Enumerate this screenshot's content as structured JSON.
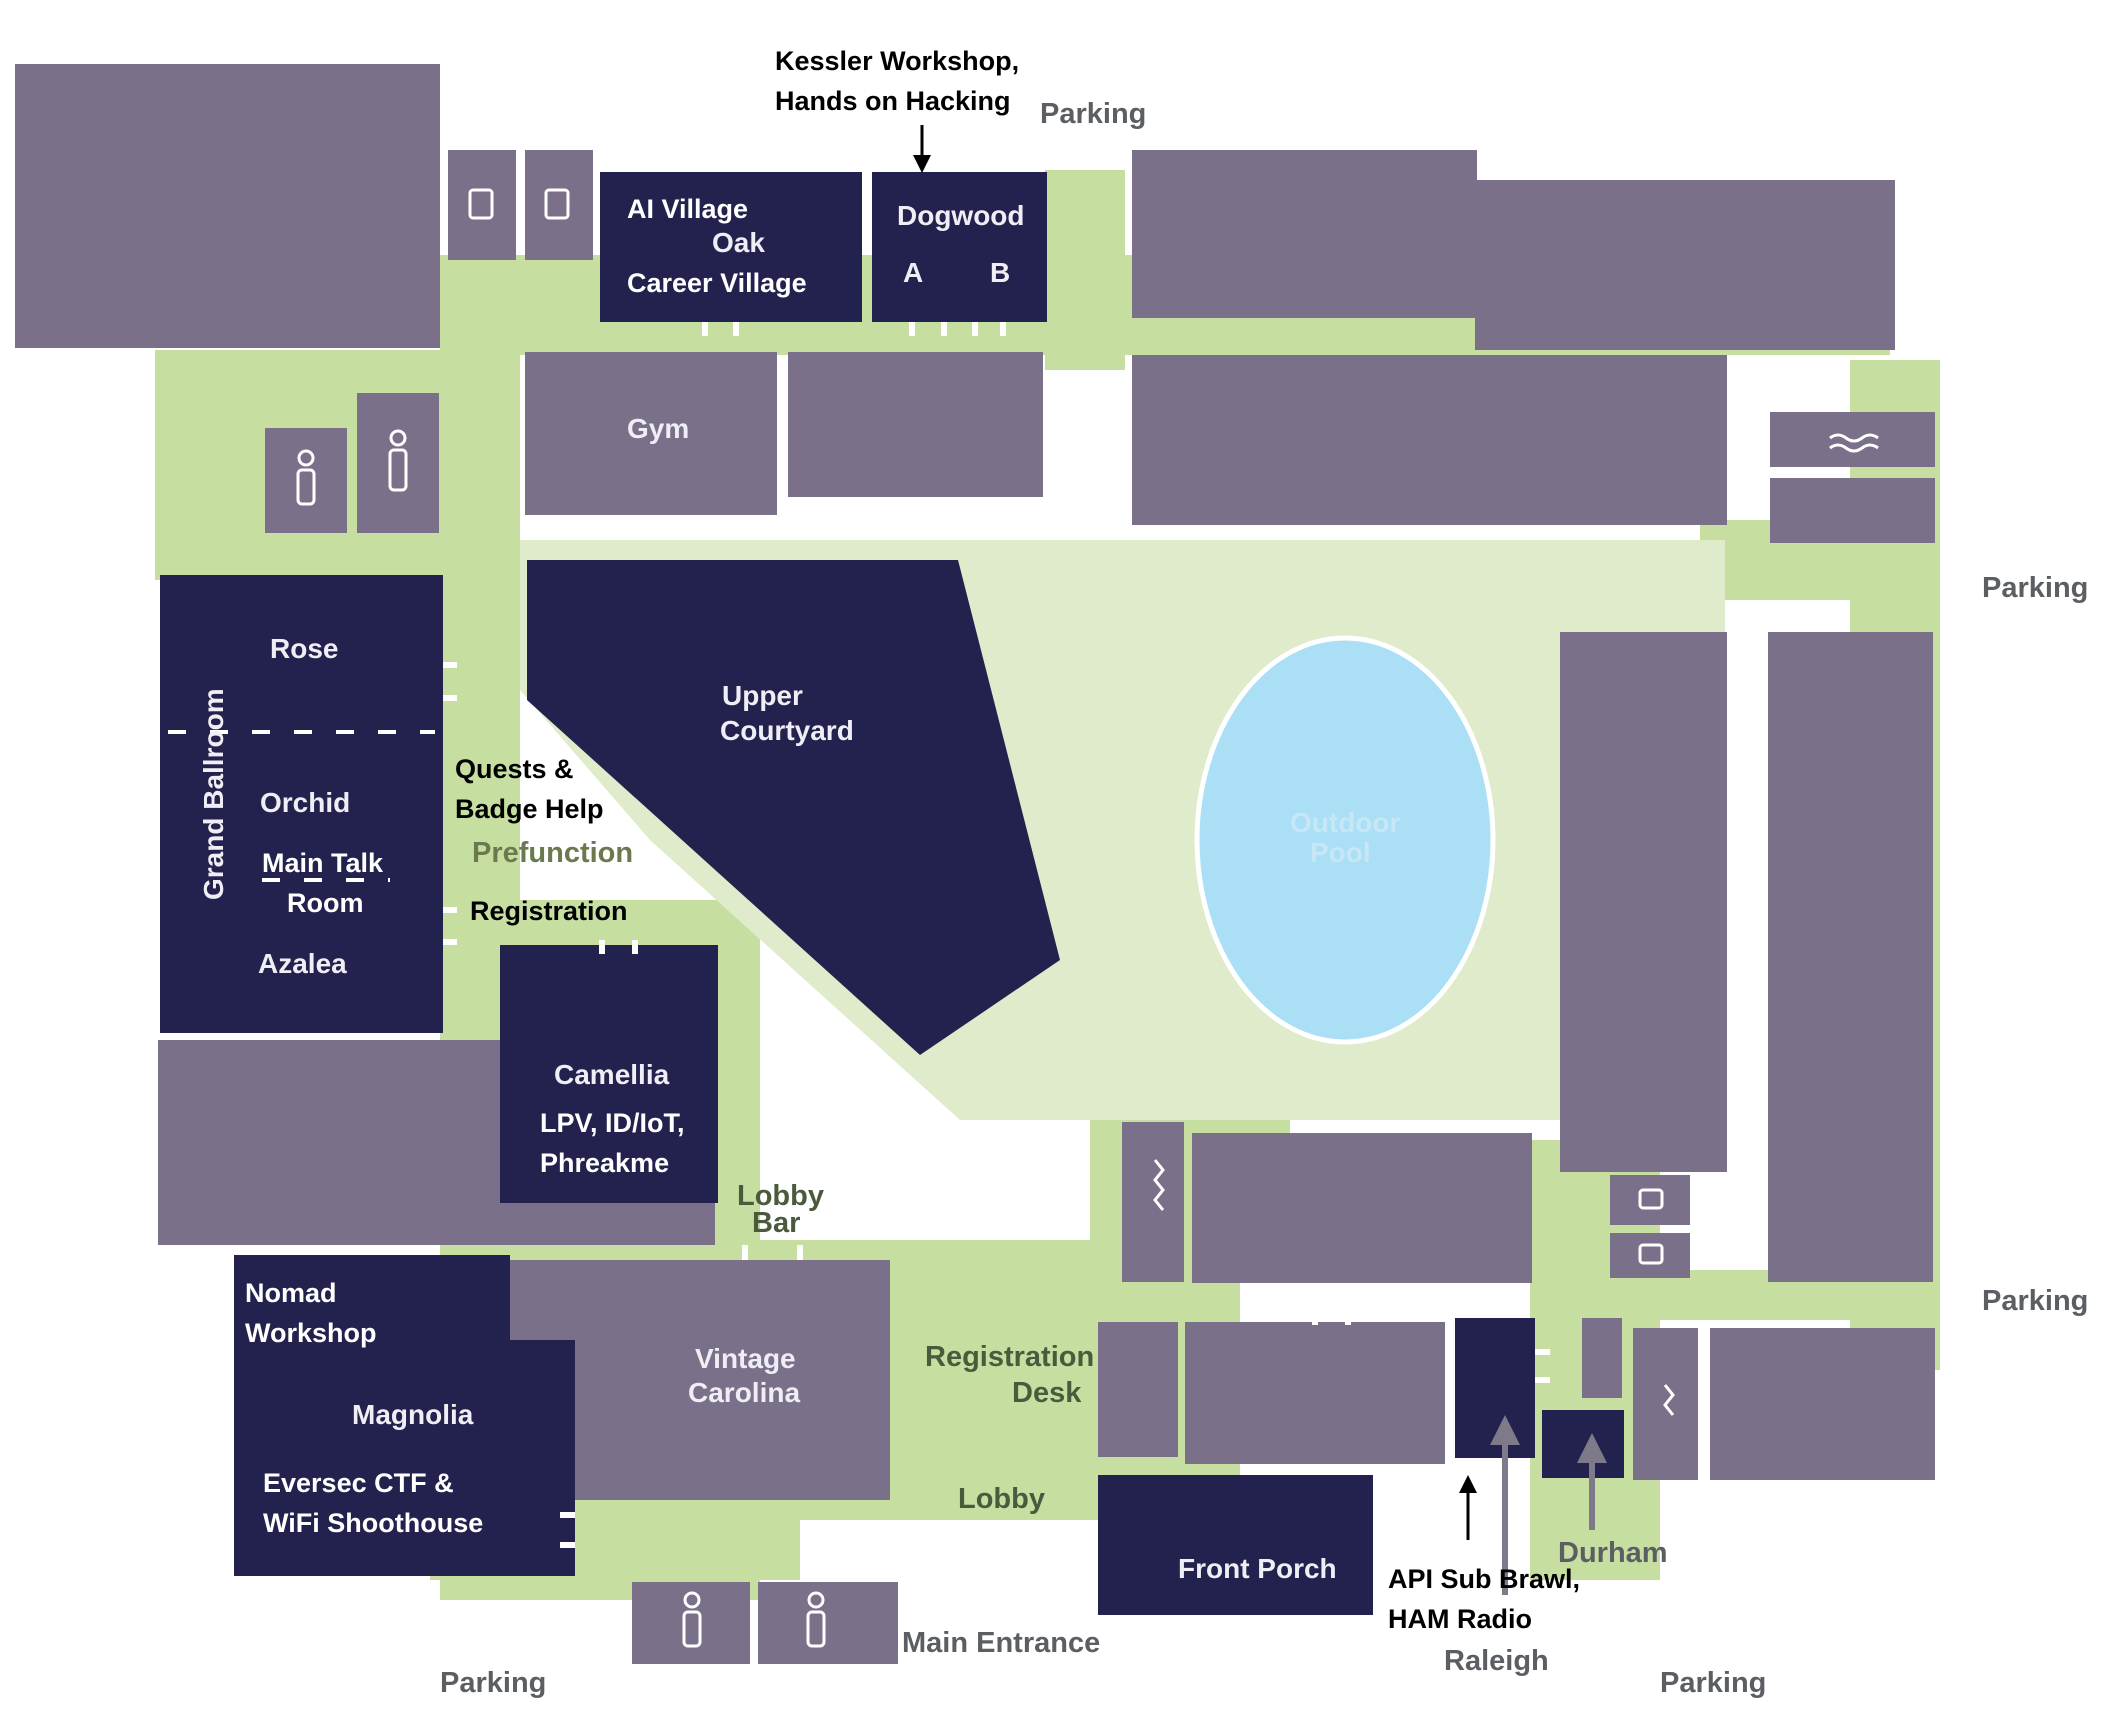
{
  "map": {
    "labels": {
      "kessler": "Kessler Workshop,",
      "kessler2": "Hands on Hacking",
      "parking_top": "Parking",
      "parking_right1": "Parking",
      "parking_right2": "Parking",
      "parking_bottom_left": "Parking",
      "parking_bottom_right": "Parking",
      "ai_village": "AI Village",
      "oak": "Oak",
      "career_village": "Career Village",
      "dogwood": "Dogwood",
      "dogwood_a": "A",
      "dogwood_b": "B",
      "gym": "Gym",
      "rose": "Rose",
      "grand_ballroom": "Grand Ballroom",
      "orchid": "Orchid",
      "main_talk": "Main Talk",
      "main_talk2": "Room",
      "azalea": "Azalea",
      "quests": "Quests &",
      "quests2": "Badge Help",
      "prefunction": "Prefunction",
      "registration": "Registration",
      "upper_courtyard": "Upper",
      "upper_courtyard2": "Courtyard",
      "outdoor_pool": "Outdoor",
      "outdoor_pool2": "Pool",
      "camellia": "Camellia",
      "lpv": "LPV, ID/IoT,",
      "lpv2": "Phreakme",
      "lobby_bar": "Lobby",
      "lobby_bar2": "Bar",
      "nomad": "Nomad",
      "nomad2": "Workshop",
      "magnolia": "Magnolia",
      "eversec": "Eversec CTF &",
      "eversec2": "WiFi Shoothouse",
      "vintage": "Vintage",
      "vintage2": "Carolina",
      "registration_desk": "Registration",
      "registration_desk2": "Desk",
      "lobby": "Lobby",
      "front_porch": "Front Porch",
      "main_entrance": "Main Entrance",
      "durham": "Durham",
      "api": "API Sub Brawl,",
      "api2": "HAM Radio",
      "raleigh": "Raleigh"
    },
    "colors": {
      "highlight_room": "#23214d",
      "other_room": "#7a7089",
      "corridor": "#c6dfa1",
      "courtyard": "#dfebca",
      "pool": "#aadff5"
    },
    "icons": [
      "restroom-icon",
      "elevator-icon",
      "stairs-icon",
      "pool-icon",
      "arrow-down-icon",
      "arrow-up-icon"
    ]
  }
}
